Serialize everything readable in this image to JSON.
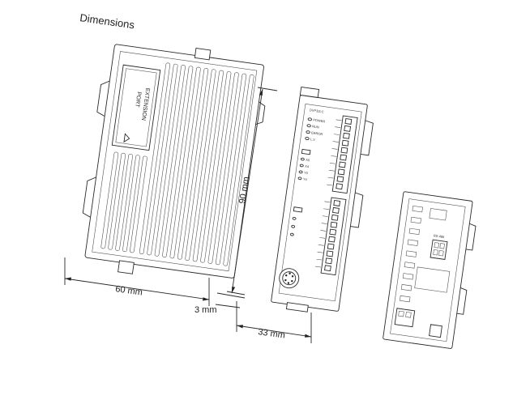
{
  "title": "Dimensions",
  "dimensions": {
    "width": "60 mm",
    "height": "90 mm",
    "depth": "33 mm",
    "clearance": "3 mm"
  },
  "device": {
    "port_label_line1": "EXTENSION",
    "port_label_line2": "PORT",
    "model": "DVP32LC",
    "comm_label": "RS-485",
    "leds": [
      "POWER",
      "RUN",
      "ERROR",
      "L.V"
    ],
    "leds_group2": [
      "X0",
      "X4",
      "Y0",
      "Y4"
    ]
  },
  "colors": {
    "line": "#2a2a2a",
    "background": "#ffffff"
  }
}
